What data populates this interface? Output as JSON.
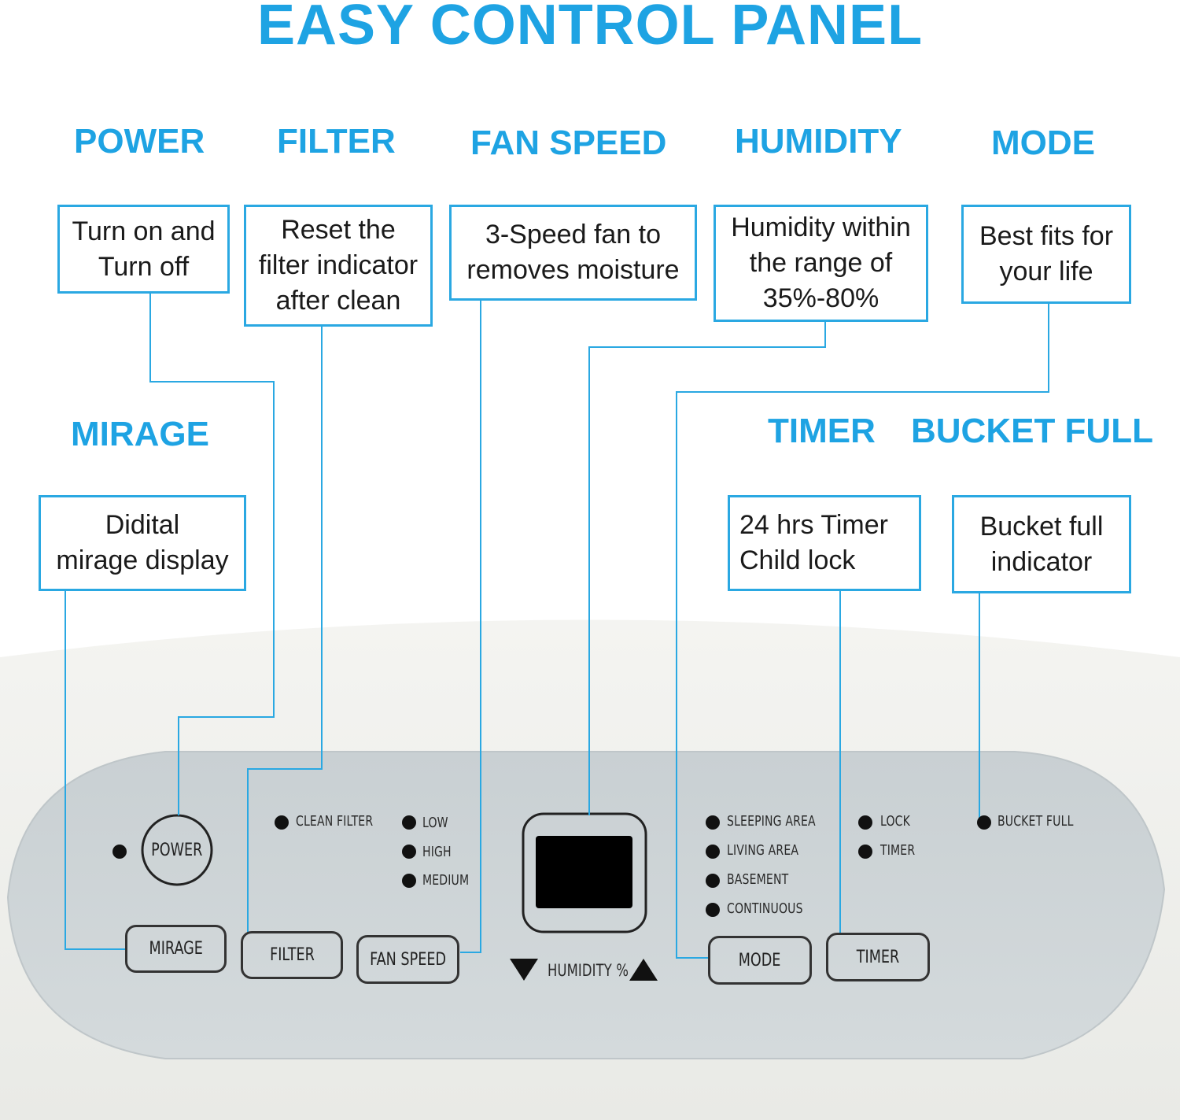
{
  "title": "EASY CONTROL PANEL",
  "features": {
    "power": {
      "label": "POWER",
      "desc": "Turn on and\nTurn off"
    },
    "filter": {
      "label": "FILTER",
      "desc": "Reset the\nfilter indicator\nafter clean"
    },
    "fan_speed": {
      "label": "FAN SPEED",
      "desc": "3-Speed fan to\nremoves moisture"
    },
    "humidity": {
      "label": "HUMIDITY",
      "desc": "Humidity within\nthe range of\n35%-80%"
    },
    "mode": {
      "label": "MODE",
      "desc": "Best fits for\nyour life"
    },
    "mirage": {
      "label": "MIRAGE",
      "desc": "Didital\nmirage display"
    },
    "timer": {
      "label": "TIMER",
      "desc": "24 hrs Timer\nChild lock"
    },
    "bucket_full": {
      "label": "BUCKET FULL",
      "desc": "Bucket full\nindicator"
    }
  },
  "panel": {
    "buttons": {
      "power": "POWER",
      "mirage": "MIRAGE",
      "filter": "FILTER",
      "fan_speed": "FAN SPEED",
      "mode": "MODE",
      "timer": "TIMER"
    },
    "indicators": {
      "clean_filter": "CLEAN FILTER",
      "low": "LOW",
      "high": "HIGH",
      "medium": "MEDIUM",
      "sleeping_area": "SLEEPING AREA",
      "living_area": "LIVING AREA",
      "basement": "BASEMENT",
      "continuous": "CONTINUOUS",
      "lock": "LOCK",
      "timer": "TIMER",
      "bucket_full": "BUCKET FULL"
    },
    "humidity_label": "HUMIDITY %"
  },
  "colors": {
    "accent": "#1ea3e3",
    "panel": "#ccd3d6",
    "display": "#000000"
  }
}
